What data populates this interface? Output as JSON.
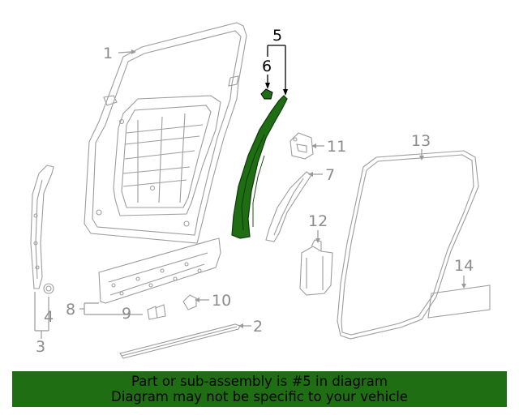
{
  "callouts": {
    "c1": "1",
    "c2": "2",
    "c3": "3",
    "c4": "4",
    "c5": "5",
    "c6": "6",
    "c7": "7",
    "c8": "8",
    "c9": "9",
    "c10": "10",
    "c11": "11",
    "c12": "12",
    "c13": "13",
    "c14": "14"
  },
  "highlighted_part": "5",
  "colors": {
    "highlight": "#1f6e14",
    "banner": "#1f6e14",
    "linework": "#9d9d9d"
  },
  "banner": {
    "line1": "Part or sub-assembly is #5 in diagram",
    "line2": "Diagram may not be specific to your vehicle"
  }
}
